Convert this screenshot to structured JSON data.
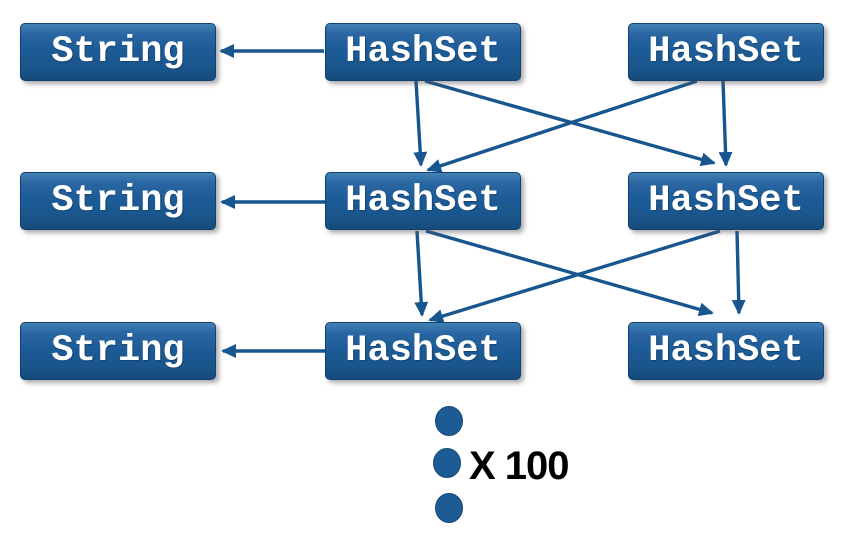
{
  "diagram": {
    "type": "object-reference-diagram",
    "nodes": [
      {
        "id": "string-row1",
        "label": "String",
        "row": 1,
        "column": "left"
      },
      {
        "id": "hashset-row1-mid",
        "label": "HashSet",
        "row": 1,
        "column": "middle"
      },
      {
        "id": "hashset-row1-right",
        "label": "HashSet",
        "row": 1,
        "column": "right"
      },
      {
        "id": "string-row2",
        "label": "String",
        "row": 2,
        "column": "left"
      },
      {
        "id": "hashset-row2-mid",
        "label": "HashSet",
        "row": 2,
        "column": "middle"
      },
      {
        "id": "hashset-row2-right",
        "label": "HashSet",
        "row": 2,
        "column": "right"
      },
      {
        "id": "string-row3",
        "label": "String",
        "row": 3,
        "column": "left"
      },
      {
        "id": "hashset-row3-mid",
        "label": "HashSet",
        "row": 3,
        "column": "middle"
      },
      {
        "id": "hashset-row3-right",
        "label": "HashSet",
        "row": 3,
        "column": "right"
      }
    ],
    "edges": [
      {
        "from": "hashset-row1-mid",
        "to": "string-row1"
      },
      {
        "from": "hashset-row1-mid",
        "to": "hashset-row2-mid"
      },
      {
        "from": "hashset-row1-mid",
        "to": "hashset-row2-right"
      },
      {
        "from": "hashset-row1-right",
        "to": "hashset-row2-mid"
      },
      {
        "from": "hashset-row1-right",
        "to": "hashset-row2-right"
      },
      {
        "from": "hashset-row2-mid",
        "to": "string-row2"
      },
      {
        "from": "hashset-row2-mid",
        "to": "hashset-row3-mid"
      },
      {
        "from": "hashset-row2-mid",
        "to": "hashset-row3-right"
      },
      {
        "from": "hashset-row2-right",
        "to": "hashset-row3-mid"
      },
      {
        "from": "hashset-row2-right",
        "to": "hashset-row3-right"
      },
      {
        "from": "hashset-row3-mid",
        "to": "string-row3"
      }
    ],
    "continuation": {
      "dot_count": 3,
      "label": "X 100"
    },
    "colors": {
      "node_fill": "#1d5c98",
      "node_fill_top": "#4181b5",
      "node_fill_bottom": "#164b7c",
      "node_text": "#ffffff",
      "arrow": "#17568f",
      "dot": "#1c5b94",
      "label_text": "#000000",
      "background": "#ffffff"
    }
  }
}
